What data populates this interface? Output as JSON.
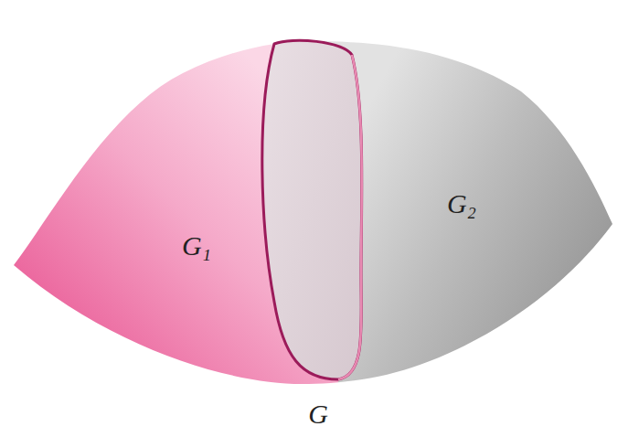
{
  "diagram": {
    "nodes": [
      {
        "text": [
          "G₁"
        ]
      },
      {
        "text": [
          "G₂"
        ]
      }
    ],
    "labels": [
      "G"
    ]
  }
}
